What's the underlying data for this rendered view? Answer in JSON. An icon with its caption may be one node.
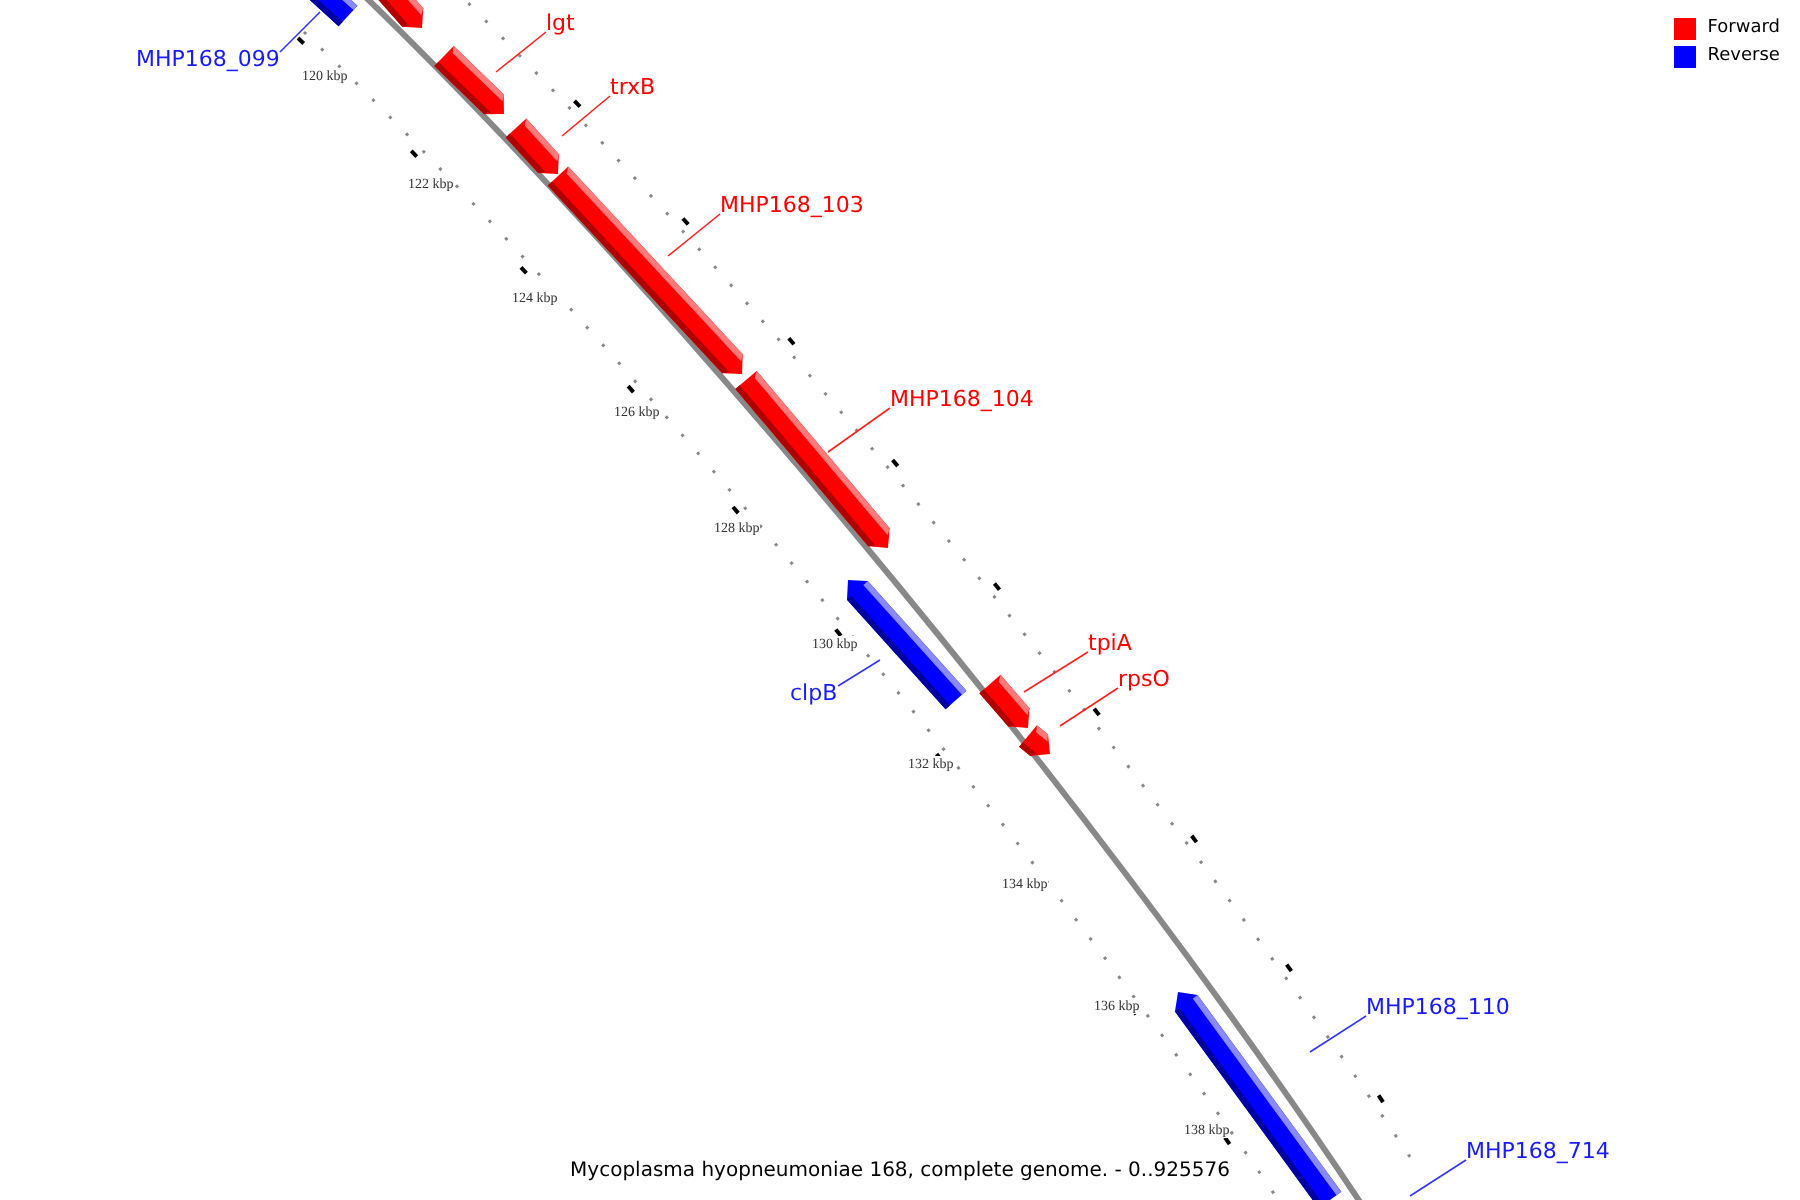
{
  "diagram": {
    "caption": "Mycoplasma hyopneumoniae 168, complete genome. - 0..925576",
    "nodes": [
      {
        "text": [],
        "shape": "bar"
      },
      {
        "text": [
          "MHP168_099"
        ]
      },
      {
        "text": [],
        "shape": "bar"
      },
      {
        "text": [
          "lgt"
        ]
      },
      {
        "text": [],
        "shape": "bar"
      },
      {
        "text": [
          "trxB"
        ]
      },
      {
        "text": [],
        "shape": "bar"
      },
      {
        "text": [
          "MHP168_103"
        ]
      },
      {
        "text": [],
        "shape": "bar"
      },
      {
        "text": [
          "MHP168_104"
        ]
      },
      {
        "text": [],
        "shape": "bar"
      },
      {
        "text": [],
        "shape": "bar"
      },
      {
        "text": [
          "clpB"
        ]
      },
      {
        "text": [
          "tpiA"
        ]
      },
      {
        "text": [],
        "shape": "bar"
      },
      {
        "text": [
          "rpsO"
        ]
      },
      {
        "text": [],
        "shape": "bar"
      },
      {
        "text": [
          "MHP168_110"
        ]
      },
      {
        "text": [],
        "shape": "bar"
      },
      {
        "text": [
          "MHP168_714"
        ]
      }
    ],
    "edges": [
      {
        "from": 1,
        "to": 0,
        "arrow": "none",
        "color": "#3333ff"
      },
      {
        "from": 3,
        "to": 4,
        "arrow": "none"
      },
      {
        "from": 5,
        "to": 6,
        "arrow": "none"
      },
      {
        "from": 7,
        "to": 8,
        "arrow": "none"
      },
      {
        "from": 9,
        "to": 10,
        "arrow": "none"
      },
      {
        "from": 12,
        "to": 11,
        "arrow": "none",
        "color": "#3333ff"
      },
      {
        "from": 13,
        "to": 14,
        "arrow": "none"
      },
      {
        "from": 15,
        "to": 16,
        "arrow": "none"
      },
      {
        "from": 17,
        "to": 18,
        "arrow": "none",
        "color": "#3333ff"
      },
      {
        "from": 19,
        "to": null,
        "arrow": "none",
        "color": "#3333ff"
      }
    ],
    "labels": [
      "120 kbp",
      "122 kbp",
      "124 kbp",
      "126 kbp",
      "128 kbp",
      "130 kbp",
      "132 kbp",
      "134 kbp",
      "136 kbp",
      "138 kbp"
    ],
    "legend": [
      {
        "text": "Forward",
        "color": "#ff0000"
      },
      {
        "text": "Reverse",
        "color": "#0000ff"
      }
    ]
  }
}
